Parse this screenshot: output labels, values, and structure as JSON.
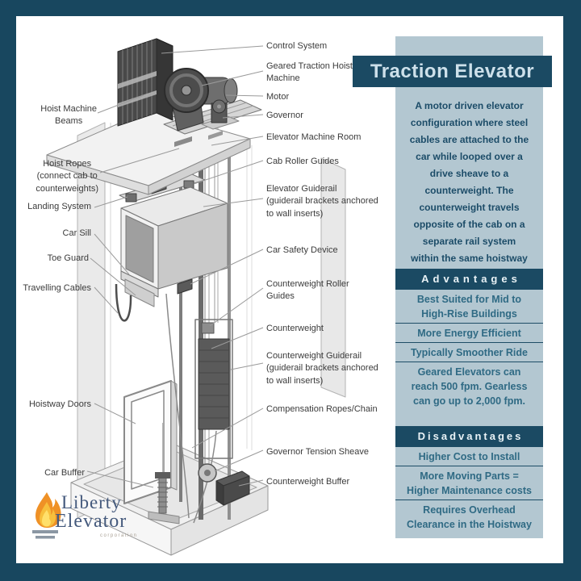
{
  "info_panel": {
    "title": "Traction Elevator",
    "description": "A motor driven elevator\nconfiguration where steel\ncables are attached to the\ncar while looped over a\ndrive sheave to a\ncounterweight. The\ncounterweight travels\nopposite of the cab on a\nseparate rail system\nwithin the same hoistway",
    "advantages": {
      "header": "Advantages",
      "items": [
        "Best Suited for Mid to\nHigh-Rise Buildings",
        "More Energy Efficient",
        "Typically Smoother Ride",
        "Geared Elevators can\nreach 500 fpm. Gearless\ncan go up to 2,000 fpm."
      ]
    },
    "disadvantages": {
      "header": "Disadvantages",
      "items": [
        "Higher Cost to Install",
        "More Moving Parts =\nHigher Maintenance costs",
        "Requires Overhead\nClearance in the Hoistway"
      ]
    }
  },
  "diagram": {
    "labels_left": [
      {
        "text": "Hoist Machine\nBeams"
      },
      {
        "text": "Hoist Ropes\n(connect cab to\ncounterweights)"
      },
      {
        "text": "Landing System"
      },
      {
        "text": "Car Sill"
      },
      {
        "text": "Toe Guard"
      },
      {
        "text": "Travelling Cables"
      },
      {
        "text": "Hoistway Doors"
      },
      {
        "text": "Car Buffer"
      }
    ],
    "labels_right": [
      {
        "text": "Control System"
      },
      {
        "text": "Geared Traction Hoist\nMachine"
      },
      {
        "text": "Motor"
      },
      {
        "text": "Governor"
      },
      {
        "text": "Elevator Machine Room"
      },
      {
        "text": "Cab Roller Guides"
      },
      {
        "text": "Elevator Guiderail\n(guiderail brackets anchored\nto wall inserts)"
      },
      {
        "text": "Car Safety Device"
      },
      {
        "text": "Counterweight Roller\nGuides"
      },
      {
        "text": "Counterweight"
      },
      {
        "text": "Counterweight Guiderail\n(guiderail brackets anchored\nto wall inserts)"
      },
      {
        "text": "Compensation Ropes/Chain"
      },
      {
        "text": "Governor Tension Sheave"
      },
      {
        "text": "Counterweight Buffer"
      }
    ]
  },
  "logo": {
    "line1": "Liberty",
    "line2": "Elevator",
    "subtext": "corporation"
  },
  "colors": {
    "accent_dark": "#18475f",
    "panel_bg": "#b3c7d1",
    "banner_text": "#cde0ea",
    "description_text": "#1c4c68",
    "item_text": "#2f6a84",
    "flame_orange": "#ef9126",
    "flame_yellow": "#f7bf3c",
    "logo_text": "#44597c"
  }
}
